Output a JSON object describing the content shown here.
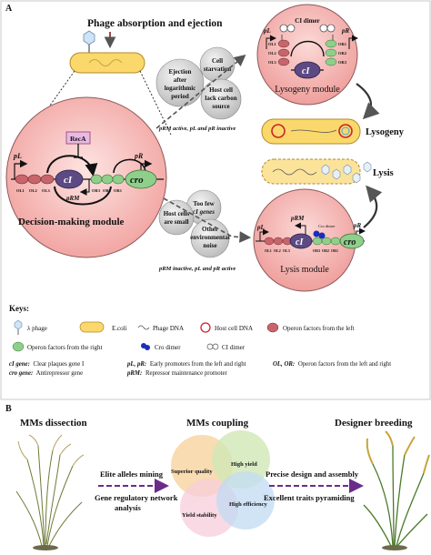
{
  "panel_a": {
    "letter": "A",
    "top_title": "Phage absorption and ejection",
    "ejection_bubble": [
      "Ejection",
      "after",
      "logarithmic",
      "period"
    ],
    "starvation_bubble": [
      "Cell",
      "starvation"
    ],
    "carbon_bubble": [
      "Host cell",
      "lack carbon",
      "source"
    ],
    "lysogeny_caption": "pRM active, pL and pR inactive",
    "lysis_caption": "pRM inactive, pL and pR active",
    "small_bubble": [
      "Host cells",
      "are small"
    ],
    "fewgenes_bubble": [
      "Too few",
      "cI genes"
    ],
    "noise_bubble": [
      "Other",
      "environmental",
      "noise"
    ],
    "decision_module": {
      "title": "Decision-making module",
      "recA": "RecA",
      "pL": "pL",
      "pR": "pR",
      "pRM": "pRM",
      "cI": "cI",
      "cro": "cro",
      "ol": [
        "OL1",
        "OL2",
        "OL3"
      ],
      "or": [
        "OR3",
        "OR2",
        "OR1"
      ]
    },
    "lysogeny_module": {
      "title": "Lysogeny module",
      "dimer": "CI dimer",
      "pL": "pL",
      "pR": "pR",
      "cI": "cI",
      "ol": [
        "OL1",
        "OL2",
        "OL3"
      ],
      "or": [
        "OR1",
        "OR2",
        "OR3"
      ]
    },
    "lysis_module": {
      "title": "Lysis module",
      "pRM": "pRM",
      "cro_dimer": "Cro dimer",
      "pL": "pL",
      "pR": "pR",
      "cI": "cI",
      "cro": "cro",
      "ol": [
        "OL1",
        "OL2",
        "OL3"
      ],
      "or": [
        "OR3",
        "OR2",
        "OR1"
      ]
    },
    "lysogeny_label": "Lysogeny",
    "lysis_label": "Lysis"
  },
  "keys": {
    "title": "Keys:",
    "phage": "λ phage",
    "ecoli": "E.coli",
    "phage_dna": "Phage DNA",
    "host_dna": "Host cell DNA",
    "operon_left": "Operon factors from the left",
    "operon_right": "Operon factors from the right",
    "cro_dimer": "Cro dimer",
    "ci_dimer": "CI dimer",
    "def_ci_term": "cI gene:",
    "def_ci_text": "Clear plaques gene I",
    "def_cro_term": "cro gene:",
    "def_cro_text": "Antirepressor gene",
    "def_p_term": "pL, pR:",
    "def_p_text": "Early promoters from the left and right",
    "def_prm_term": "pRM:",
    "def_prm_text": "Repressor maintenance promoter",
    "def_o_term": "OL, OR:",
    "def_o_text": "Operon factors from the left and right"
  },
  "panel_b": {
    "letter": "B",
    "dissection": "MMs dissection",
    "coupling": "MMs coupling",
    "breeding": "Designer breeding",
    "elite": "Elite alleles mining",
    "grn": [
      "Gene regulatory network",
      "analysis"
    ],
    "precise": "Precise design and assembly",
    "excellent": "Excellent traits pyramiding",
    "traits": {
      "superior": "Superior quality",
      "yield": "High yield",
      "stability": "Yield stability",
      "efficiency": "High efficiency"
    }
  },
  "colors": {
    "cell_pink": "#f7c2bf",
    "module_pink": "#f4aaa7",
    "ecoli_yellow": "#fad86b",
    "left_operon": "#c7656b",
    "right_operon": "#8ed08a",
    "cro_dimer": "#1a2fb8",
    "gene_purple": "#5d4a85",
    "dna_red": "#c8242b",
    "arrow_gray": "#555555",
    "arrow_purple": "#6a2c8a"
  }
}
